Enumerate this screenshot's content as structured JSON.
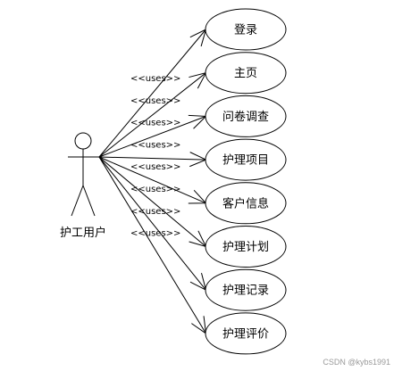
{
  "actor": {
    "name": "护工用户"
  },
  "stereotype": "<<uses>>",
  "use_cases": [
    "登录",
    "主页",
    "问卷调查",
    "护理项目",
    "客户信息",
    "护理计划",
    "护理记录",
    "护理评价"
  ],
  "watermark": "CSDN @kybs1991"
}
